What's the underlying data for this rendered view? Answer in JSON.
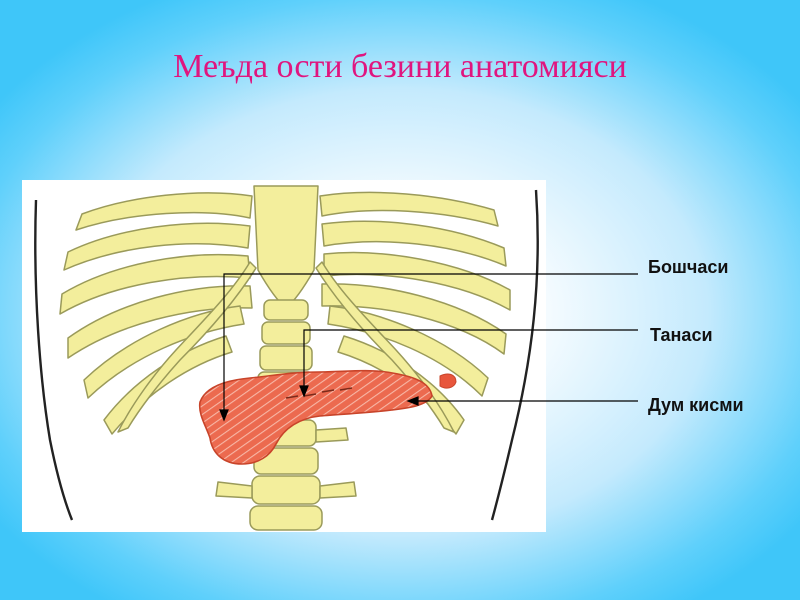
{
  "slide": {
    "title": "Меъда ости безини анатомияси"
  },
  "labels": {
    "head": "Бошчаси",
    "body": "Танаси",
    "tail": "Дум кисми"
  },
  "colors": {
    "title": "#e0157f",
    "bone": "#f3ee9c",
    "organ": "#e8563c"
  }
}
